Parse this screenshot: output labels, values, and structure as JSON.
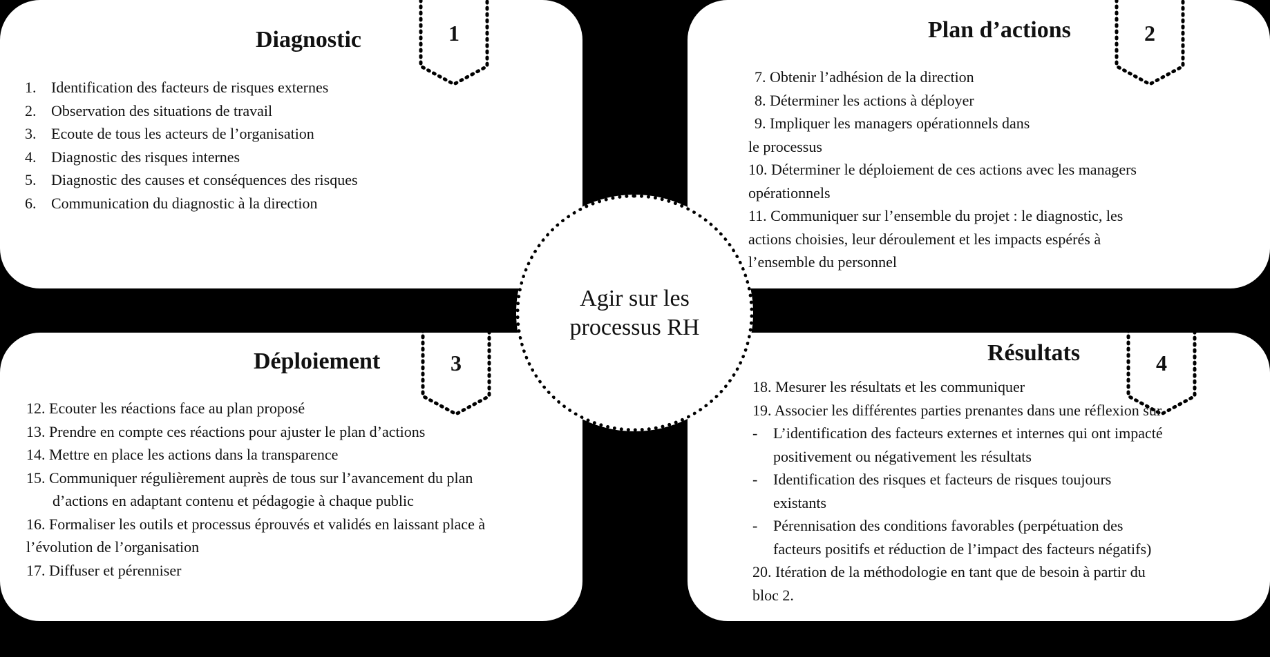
{
  "center": {
    "label": "Agir sur les processus RH"
  },
  "panels": {
    "diagnostic": {
      "title": "Diagnostic",
      "number": "1",
      "items": [
        "Identification des facteurs de risques externes",
        "Observation des situations de travail",
        "Ecoute de tous les acteurs de l’organisation",
        "Diagnostic des risques internes",
        "Diagnostic des causes et conséquences des risques",
        "Communication du diagnostic à la direction"
      ],
      "numbers": [
        "1.",
        "2.",
        "3.",
        "4.",
        "5.",
        "6."
      ]
    },
    "plan": {
      "title": "Plan d’actions",
      "number": "2",
      "lines": [
        "7.   Obtenir l’adhésion de la direction",
        "8.   Déterminer les actions à déployer",
        "9.   Impliquer les managers opérationnels dans",
        "le processus",
        "10. Déterminer le déploiement de ces actions avec les managers",
        "opérationnels",
        "11. Communiquer sur l’ensemble du projet : le diagnostic, les",
        "actions choisies, leur déroulement et les impacts espérés à",
        "l’ensemble du personnel"
      ]
    },
    "deploiement": {
      "title": "Déploiement",
      "number": "3",
      "lines": [
        "12. Ecouter les réactions face au plan proposé",
        "13. Prendre en compte ces réactions pour ajuster le plan d’actions",
        "14. Mettre en place les actions dans la transparence",
        "15. Communiquer régulièrement auprès de tous sur l’avancement du plan",
        "d’actions en adaptant contenu et pédagogie à chaque public",
        "16. Formaliser les outils et processus éprouvés et validés en laissant place à",
        "l’évolution de l’organisation",
        "17. Diffuser et pérenniser"
      ]
    },
    "resultats": {
      "title": "Résultats",
      "number": "4",
      "lines": [
        "18. Mesurer les résultats et les communiquer",
        "19. Associer les différentes parties prenantes dans une réflexion sur",
        "L’identification des facteurs externes et internes qui ont impacté",
        "positivement ou négativement les résultats",
        "Identification des risques et facteurs de risques toujours",
        "existants",
        "Pérennisation des conditions favorables (perpétuation des",
        "facteurs positifs et réduction de l’impact des facteurs négatifs)",
        "20. Itération de la méthodologie en tant que de besoin à partir du",
        "bloc 2."
      ],
      "dash": "-"
    }
  }
}
